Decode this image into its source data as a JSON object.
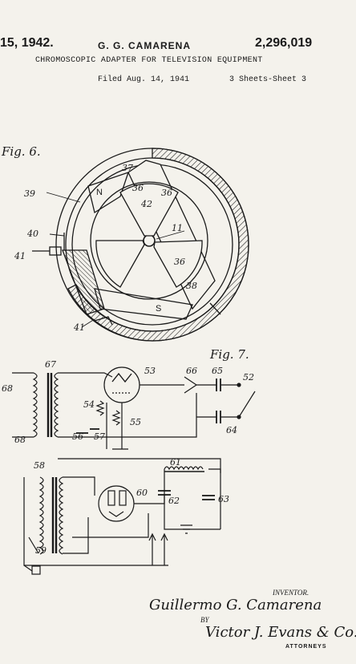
{
  "header": {
    "date": "15, 1942.",
    "inventor": "G. G. CAMARENA",
    "patent_number": "2,296,019",
    "title": "CHROMOSCOPIC ADAPTER FOR TELEVISION EQUIPMENT",
    "filed": "Filed Aug. 14, 1941",
    "sheets": "3 Sheets-Sheet 3"
  },
  "figures": {
    "fig6": {
      "label": "Fig. 6.",
      "refs": [
        "37",
        "39",
        "40",
        "41",
        "N",
        "36",
        "42",
        "36",
        "11",
        "36",
        "38",
        "S",
        "41"
      ]
    },
    "fig7": {
      "label": "Fig. 7.",
      "refs": [
        "67",
        "68",
        "53",
        "66",
        "65",
        "52",
        "54",
        "55",
        "56",
        "57",
        "64",
        "68",
        "58",
        "61",
        "60",
        "62",
        "63",
        "59"
      ]
    }
  },
  "signature": {
    "inventor_label": "INVENTOR.",
    "inventor_name": "Guillermo G. Camarena",
    "by": "BY",
    "attorney_name": "Victor J. Evans & Co.",
    "attorneys_label": "ATTORNEYS"
  }
}
